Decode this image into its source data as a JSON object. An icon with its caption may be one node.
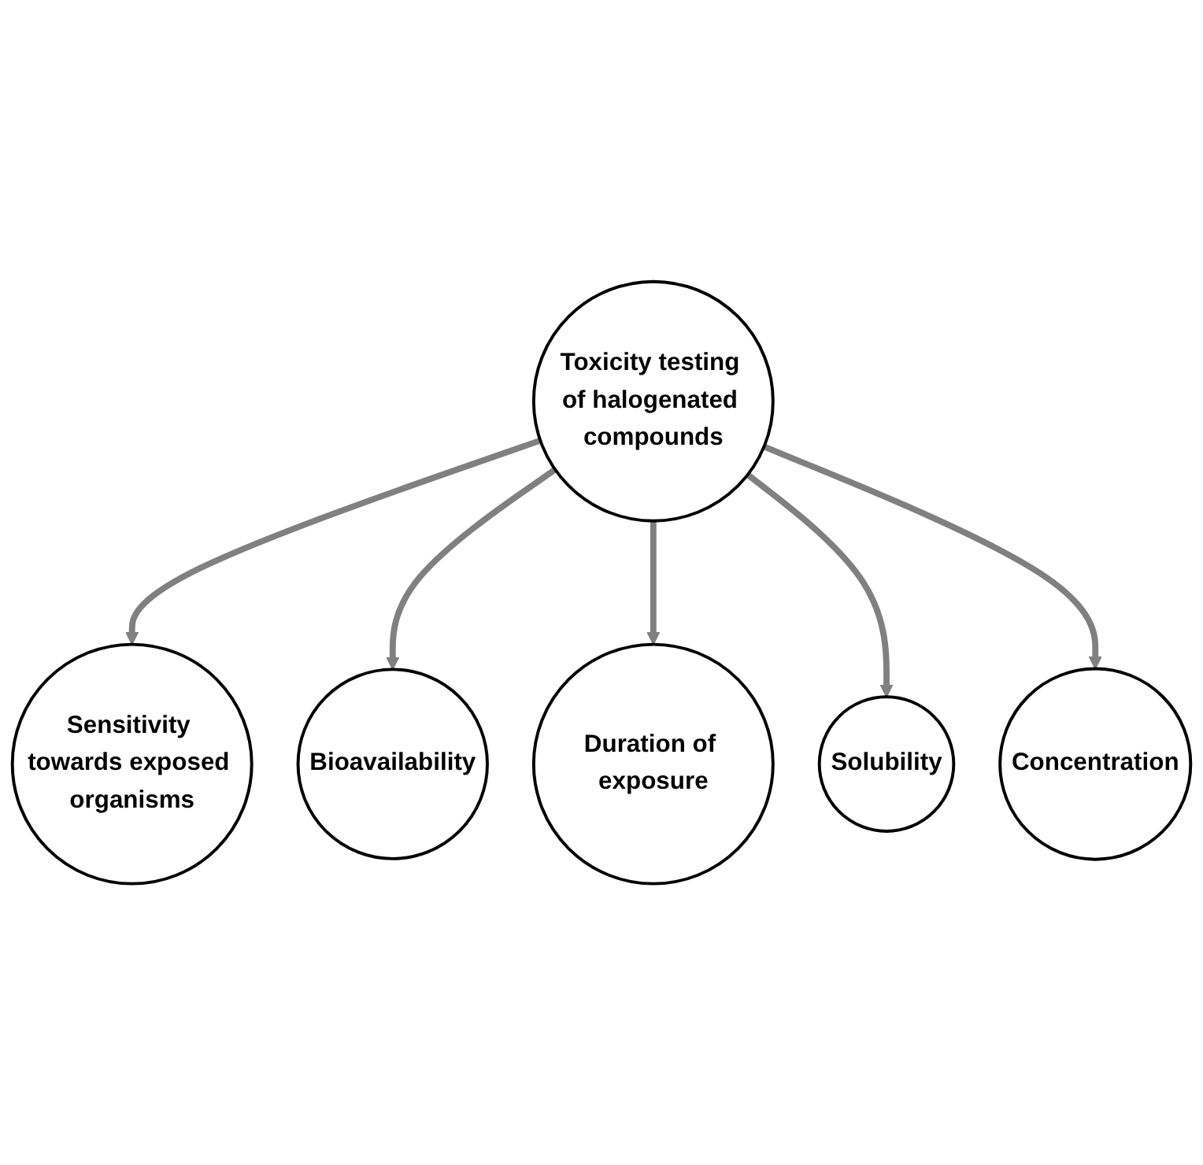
{
  "diagram": {
    "nodes": [
      {
        "text": [
          "Sensitivity towards exposed organisms"
        ]
      },
      {
        "text": [
          "Bioavailability"
        ]
      },
      {
        "text": [
          "Duration of exposure"
        ]
      },
      {
        "text": [
          "Toxicity testing of halogenated compounds"
        ]
      },
      {
        "text": [
          "Solubility"
        ]
      },
      {
        "text": [
          "Concentration"
        ]
      }
    ],
    "edges": [
      {
        "from": 3,
        "to": 0,
        "arrow": "to"
      },
      {
        "from": 3,
        "to": 1,
        "arrow": "to"
      },
      {
        "from": 3,
        "to": 2,
        "arrow": "to"
      },
      {
        "from": 3,
        "to": 4,
        "arrow": "to"
      },
      {
        "from": 3,
        "to": 5,
        "arrow": "to"
      }
    ]
  }
}
